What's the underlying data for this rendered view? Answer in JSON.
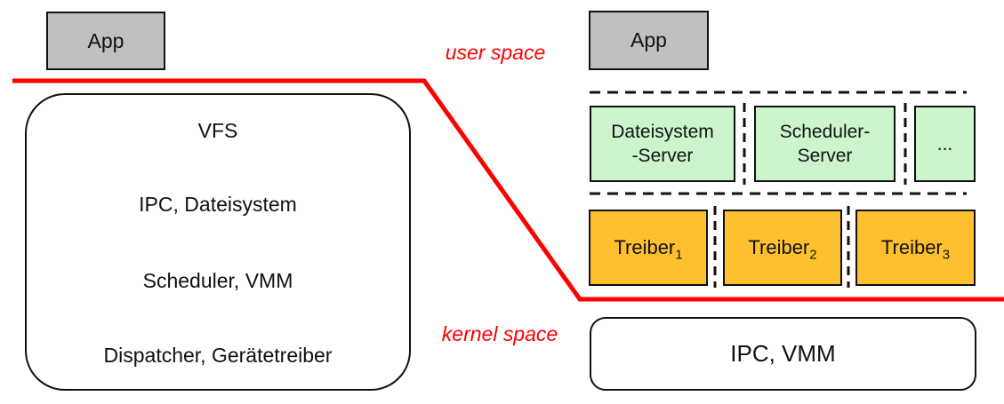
{
  "labels": {
    "user_space": "user space",
    "kernel_space": "kernel space"
  },
  "colors": {
    "red": "#ff0000",
    "gray_fill": "#c0c0c0",
    "green_fill": "#cdf5cd",
    "orange_fill": "#ffc030",
    "border": "#111111"
  },
  "monolithic": {
    "app_label": "App",
    "layers": [
      "VFS",
      "IPC, Dateisystem",
      "Scheduler, VMM",
      "Dispatcher, Gerätetreiber"
    ]
  },
  "microkernel": {
    "app_label": "App",
    "servers": [
      {
        "line1": "Dateisystem",
        "line2": "-Server"
      },
      {
        "line1": "Scheduler-",
        "line2": "Server"
      },
      {
        "line1": "...",
        "line2": ""
      }
    ],
    "drivers": [
      {
        "name": "Treiber",
        "sub": "1"
      },
      {
        "name": "Treiber",
        "sub": "2"
      },
      {
        "name": "Treiber",
        "sub": "3"
      }
    ],
    "kernel_label": "IPC, VMM"
  }
}
